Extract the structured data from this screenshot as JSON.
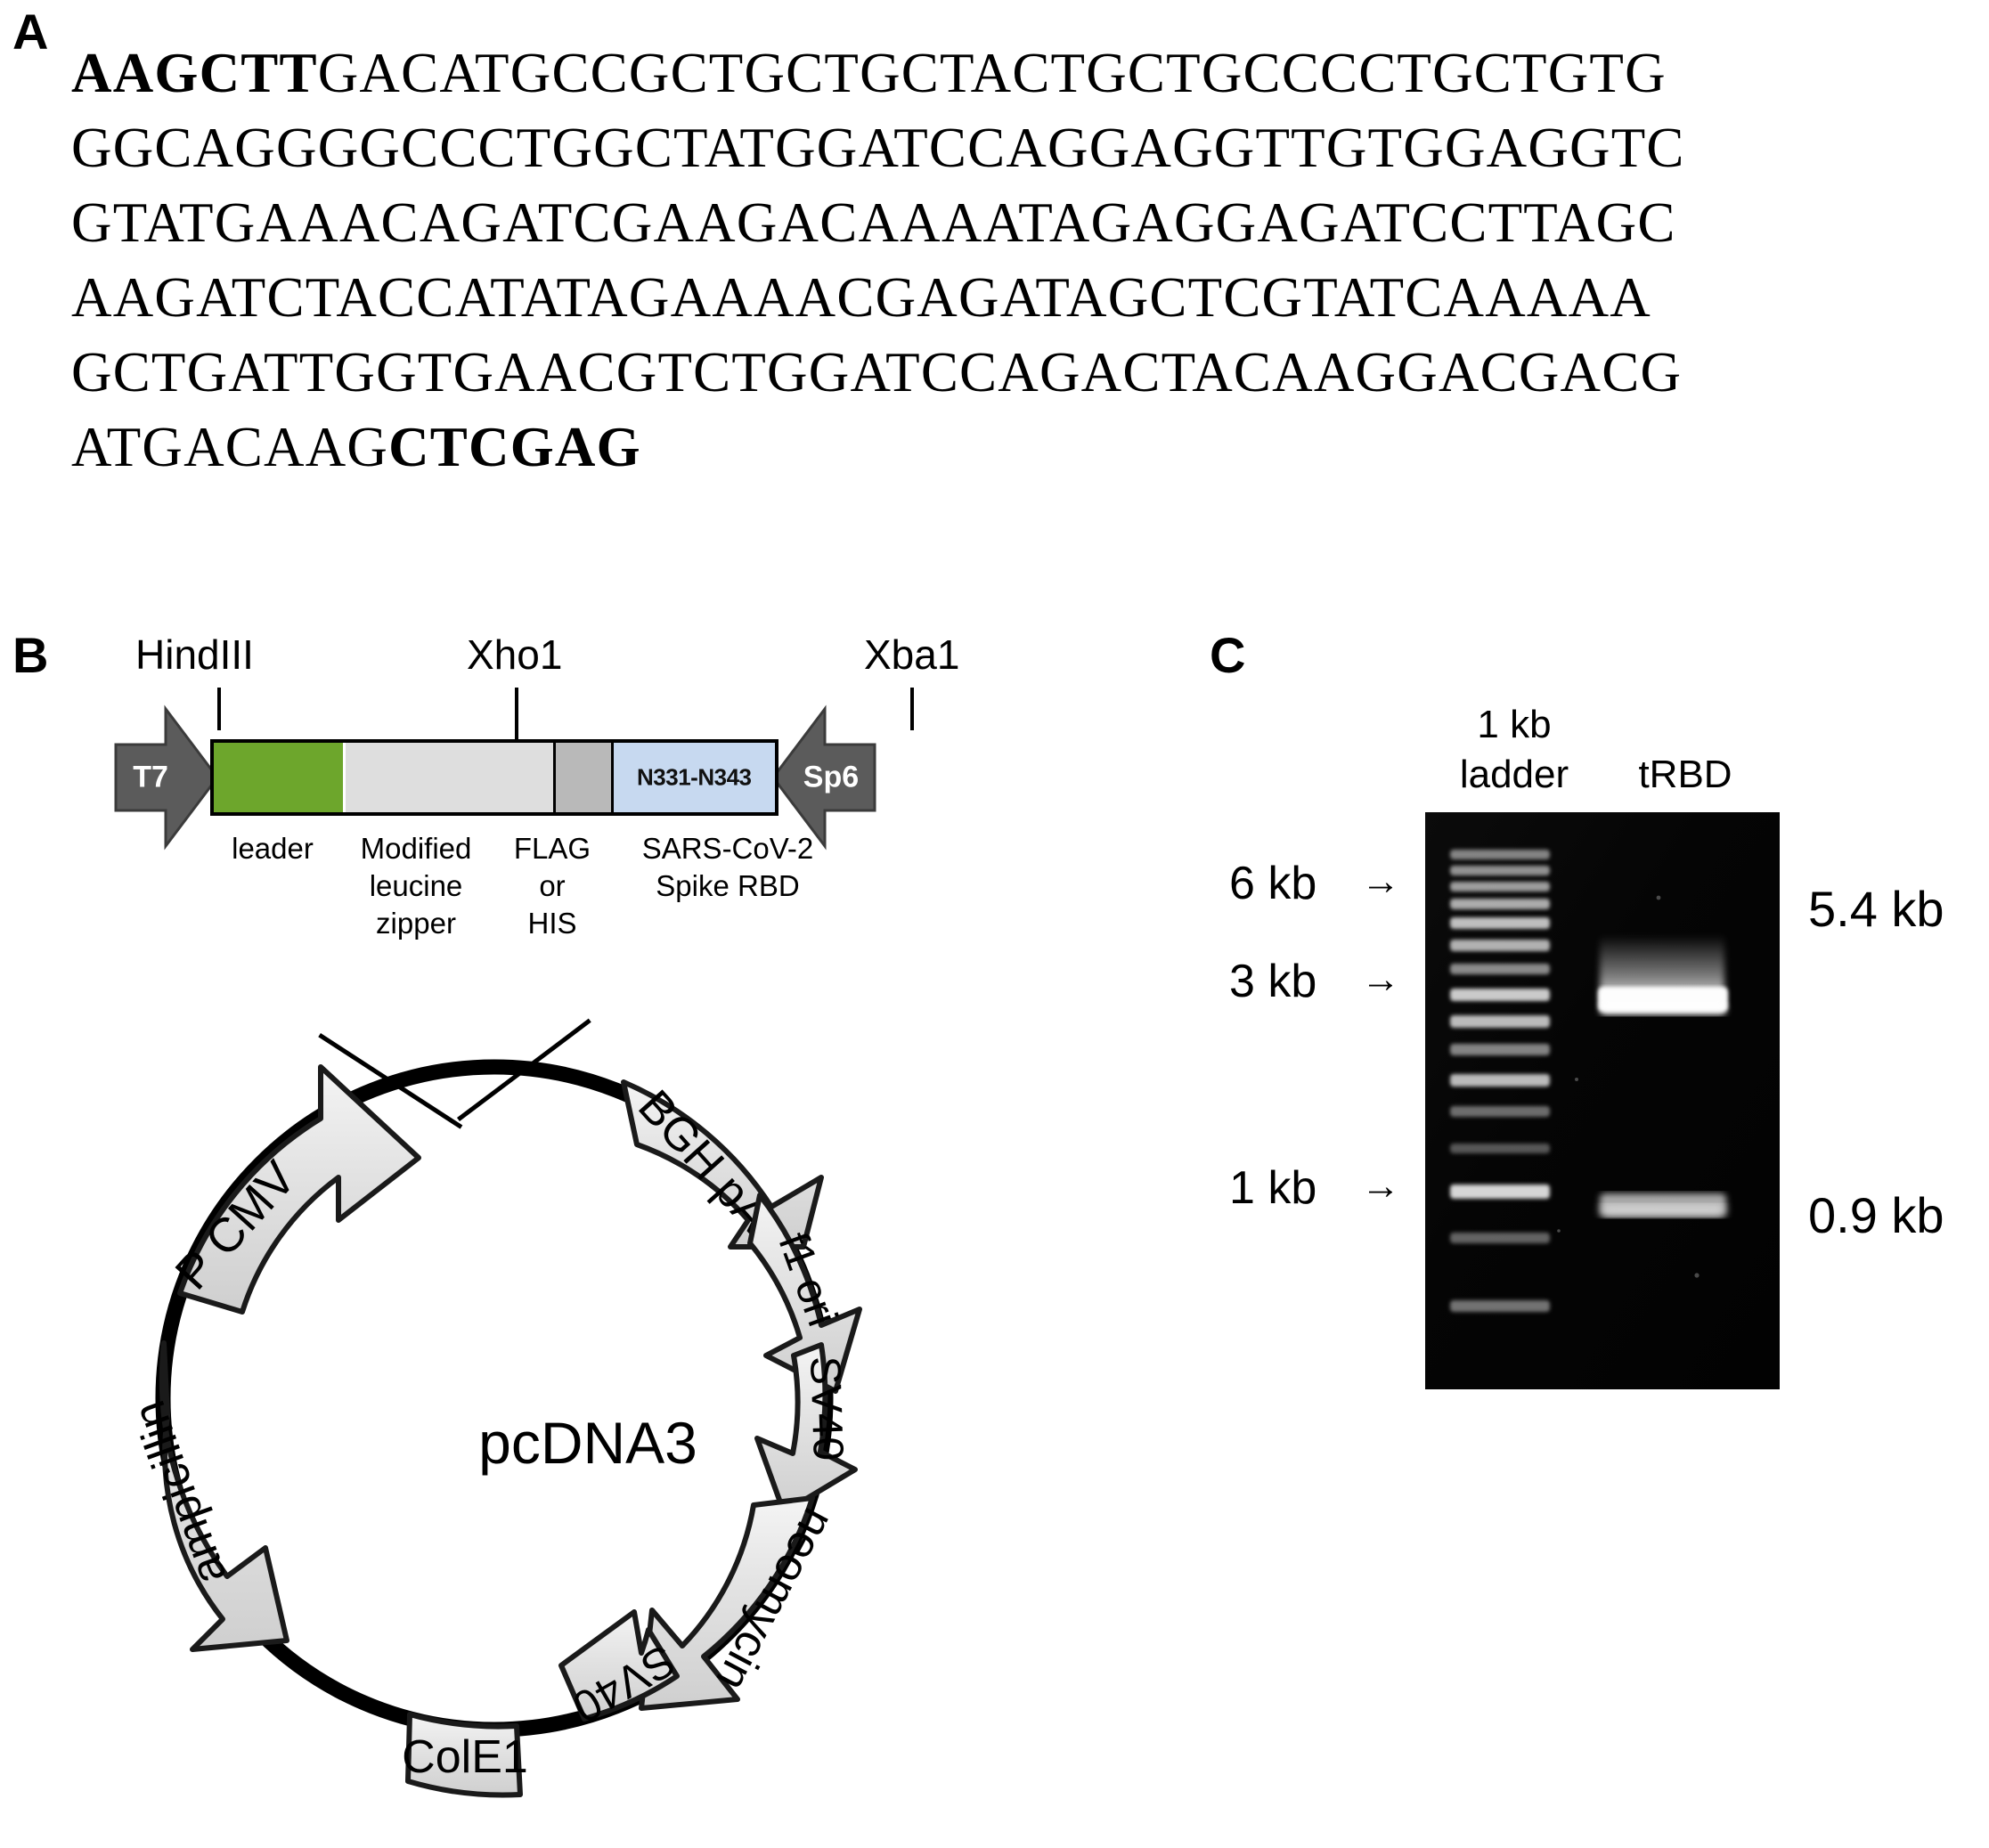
{
  "panels": {
    "a": {
      "letter": "A"
    },
    "b": {
      "letter": "B"
    },
    "c": {
      "letter": "C"
    }
  },
  "sequence": {
    "lines": [
      {
        "bold_prefix": "AAGCTT",
        "rest": "GACATGCCGCTGCTGCTACTGCTGCCCCTGCTGTG",
        "bold_suffix": ""
      },
      {
        "bold_prefix": "",
        "rest": "GGCAGGGGCCCTGGCTATGGATCCAGGAGGTTGTGGAGGTC",
        "bold_suffix": ""
      },
      {
        "bold_prefix": "",
        "rest": "GTATGAAACAGATCGAAGACAAAATAGAGGAGATCCTTAGC",
        "bold_suffix": ""
      },
      {
        "bold_prefix": "",
        "rest": "AAGATCTACCATATAGAAAACGAGATAGCTCGTATCAAAAA",
        "bold_suffix": ""
      },
      {
        "bold_prefix": "",
        "rest": "GCTGATTGGTGAACGTCTGGATCCAGACTACAAGGACGACG",
        "bold_suffix": ""
      },
      {
        "bold_prefix": "",
        "rest": "ATGACAAG",
        "bold_suffix": "CTCGAG"
      }
    ],
    "line1_bold": "AAGCTT",
    "line1_rest": "GACATGCCGCTGCTGCTACTGCTGCCCCTGCTGTG",
    "line2": "GGCAGGGGCCCTGGCTATGGATCCAGGAGGTTGTGGAGGTC",
    "line3": "GTATGAAACAGATCGAAGACAAAATAGAGGAGATCCTTAGC",
    "line4": "AAGATCTACCATATAGAAAACGAGATAGCTCGTATCAAAAA",
    "line5": "GCTGATTGGTGAACGTCTGGATCCAGACTACAAGGACGACG",
    "line6_plain": "ATGACAAG",
    "line6_bold": "CTCGAG"
  },
  "construct": {
    "restriction_sites": [
      {
        "name": "HindIII"
      },
      {
        "name": "Xho1"
      },
      {
        "name": "Xba1"
      }
    ],
    "site_hindiii": "HindIII",
    "site_xho1": "Xho1",
    "site_xba1": "Xba1",
    "promoter_left": "T7",
    "promoter_right": "Sp6",
    "segments": [
      {
        "id": "leader",
        "caption": "leader",
        "color": "#6DA62C"
      },
      {
        "id": "zipper",
        "caption": "Modified\nleucine\nzipper",
        "color": "#DEDEDE"
      },
      {
        "id": "flag",
        "caption": "FLAG\nor\nHIS",
        "color": "#B9B9B9"
      },
      {
        "id": "rbd",
        "caption": "SARS-CoV-2\nSpike RBD",
        "color": "#C7D9F0",
        "inner_label": "N331-N343"
      }
    ],
    "caption_leader": "leader",
    "caption_zipper": "Modified\nleucine\nzipper",
    "caption_flag": "FLAG\nor\nHIS",
    "caption_rbd": "SARS-CoV-2\nSpike RBD",
    "rbd_inner_label": "N331-N343"
  },
  "plasmid": {
    "name": "pcDNA3",
    "features": [
      {
        "label": "P CMV"
      },
      {
        "label": "BGH pA"
      },
      {
        "label": "f1 ori"
      },
      {
        "label": "SV40"
      },
      {
        "label": "neomycin"
      },
      {
        "label": "SV40"
      },
      {
        "label": "ColE1"
      },
      {
        "label": "ampicillin"
      }
    ],
    "feature_pcmv": "P CMV",
    "feature_bghpa": "BGH pA",
    "feature_f1ori": "f1 ori",
    "feature_sv40_top": "SV40",
    "feature_neomycin": "neomycin",
    "feature_sv40_bottom": "SV40",
    "feature_cole1": "ColE1",
    "feature_ampicillin": "ampicillin"
  },
  "gel": {
    "lane_headers": [
      {
        "label": "1 kb\nladder"
      },
      {
        "label": "tRBD"
      }
    ],
    "lane_ladder": "1 kb\nladder",
    "lane_trbd": "tRBD",
    "left_markers": [
      {
        "label": "6 kb",
        "arrow": "→"
      },
      {
        "label": "3 kb",
        "arrow": "→"
      },
      {
        "label": "1 kb",
        "arrow": "→"
      }
    ],
    "marker_6kb": "6 kb",
    "marker_3kb": "3 kb",
    "marker_1kb": "1 kb",
    "arrow_glyph": "→",
    "right_bands": [
      {
        "label": "5.4 kb"
      },
      {
        "label": "0.9 kb"
      }
    ],
    "band_54": "5.4 kb",
    "band_09": "0.9 kb"
  }
}
